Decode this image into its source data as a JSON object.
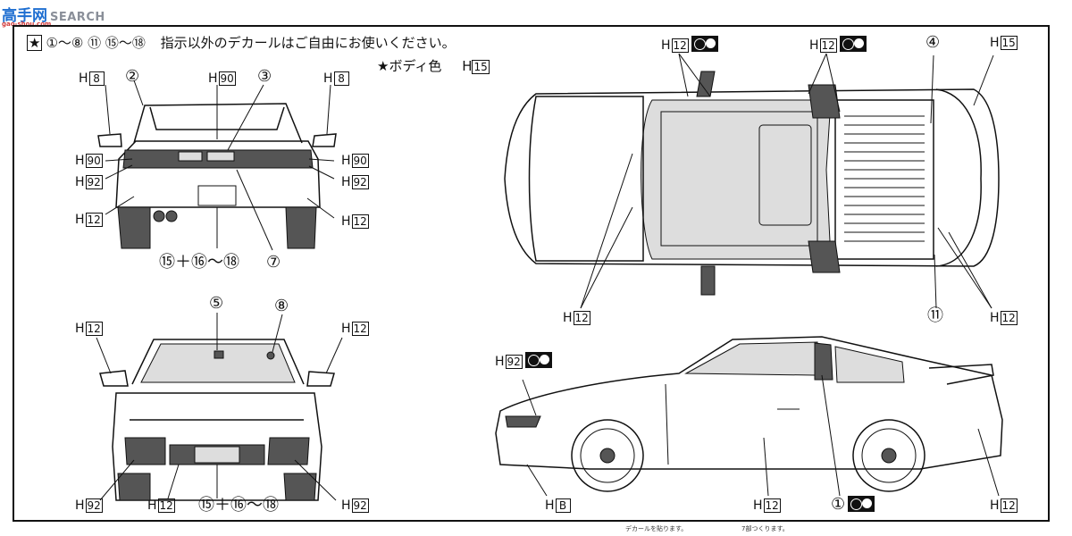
{
  "watermark": {
    "cn": "高手网",
    "en": "SEARCH",
    "url": "gao-shou.com"
  },
  "header": {
    "line1_numbers": "①〜⑧ ⑪ ⑮〜⑱",
    "line1_text": "指示以外のデカールはご自由にお使いください。",
    "line2_text": "★ボディ色",
    "line2_code": "H",
    "line2_box": "15"
  },
  "rear_view": {
    "labels": [
      {
        "name": "h8-left",
        "prefix": "H",
        "box": "8"
      },
      {
        "name": "h90-top",
        "prefix": "H",
        "box": "90"
      },
      {
        "name": "h8-right",
        "prefix": "H",
        "box": "8"
      },
      {
        "name": "h90-left",
        "prefix": "H",
        "box": "90"
      },
      {
        "name": "h92-left",
        "prefix": "H",
        "box": "92"
      },
      {
        "name": "h12-left",
        "prefix": "H",
        "box": "12"
      },
      {
        "name": "h90-right",
        "prefix": "H",
        "box": "90"
      },
      {
        "name": "h92-right",
        "prefix": "H",
        "box": "92"
      },
      {
        "name": "h12-right",
        "prefix": "H",
        "box": "12"
      }
    ],
    "numbers": [
      "②",
      "③",
      "⑮＋⑯〜⑱",
      "⑦"
    ]
  },
  "front_view": {
    "labels": [
      {
        "name": "h12-left",
        "prefix": "H",
        "box": "12"
      },
      {
        "name": "h12-right",
        "prefix": "H",
        "box": "12"
      },
      {
        "name": "h92-bl",
        "prefix": "H",
        "box": "92"
      },
      {
        "name": "h12-bottom",
        "prefix": "H",
        "box": "12"
      },
      {
        "name": "h92-br",
        "prefix": "H",
        "box": "92"
      }
    ],
    "numbers": [
      "⑤",
      "⑧",
      "⑮＋⑯〜⑱"
    ]
  },
  "top_view": {
    "labels": [
      {
        "name": "h12-a",
        "prefix": "H",
        "box": "12"
      },
      {
        "name": "h12-b",
        "prefix": "H",
        "box": "12"
      },
      {
        "name": "h15",
        "prefix": "H",
        "box": "15"
      },
      {
        "name": "h12-c",
        "prefix": "H",
        "box": "12"
      },
      {
        "name": "h12-d",
        "prefix": "H",
        "box": "12"
      }
    ],
    "numbers": [
      "④",
      "⑪"
    ]
  },
  "side_view": {
    "labels": [
      {
        "name": "h92",
        "prefix": "H",
        "box": "92"
      },
      {
        "name": "hb",
        "prefix": "H",
        "box": "B"
      },
      {
        "name": "h12-a",
        "prefix": "H",
        "box": "12"
      },
      {
        "name": "h12-b",
        "prefix": "H",
        "box": "12"
      }
    ],
    "numbers": [
      "①"
    ]
  },
  "footer": {
    "left": "デカールを貼ります。",
    "right": "7部つくります。"
  }
}
